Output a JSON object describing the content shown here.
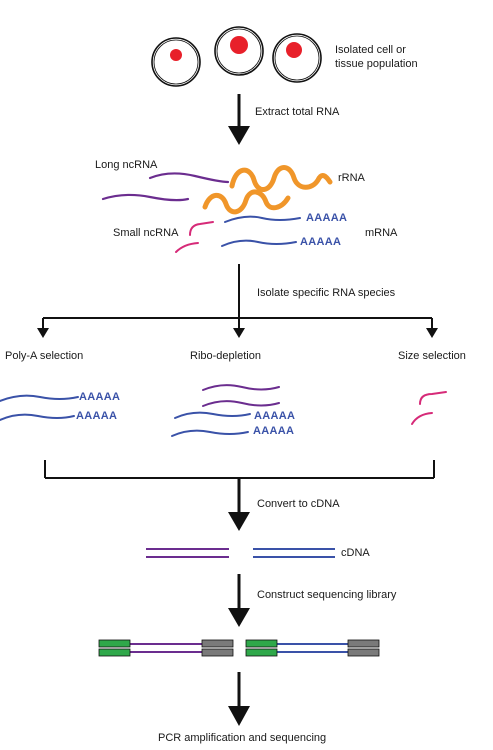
{
  "labels": {
    "isolated_cells": "Isolated cell or\ntissue population",
    "extract": "Extract total RNA",
    "long_ncrna": "Long ncRNA",
    "rrna": "rRNA",
    "small_ncrna": "Small ncRNA",
    "mrna": "mRNA",
    "isolate": "Isolate specific RNA species",
    "polya_selection": "Poly-A selection",
    "ribo_depletion": "Ribo-depletion",
    "size_selection": "Size selection",
    "convert": "Convert to cDNA",
    "cdna": "cDNA",
    "construct": "Construct sequencing library",
    "pcr": "PCR amplification and sequencing"
  },
  "tails": {
    "mrna_1": "AAAAA",
    "mrna_2": "AAAAA",
    "polya_1": "AAAAA",
    "polya_2": "AAAAA",
    "ribo_1": "AAAAA",
    "ribo_2": "AAAAA"
  },
  "colors": {
    "long_ncrna": "#6b2d8f",
    "rrna": "#f0962a",
    "small_ncrna": "#d62a78",
    "mrna": "#3a52a8",
    "cell_nucleus": "#e8202a",
    "adapter_green": "#2fa84a",
    "adapter_gray": "#7a7a7a",
    "arrow": "#111111"
  }
}
